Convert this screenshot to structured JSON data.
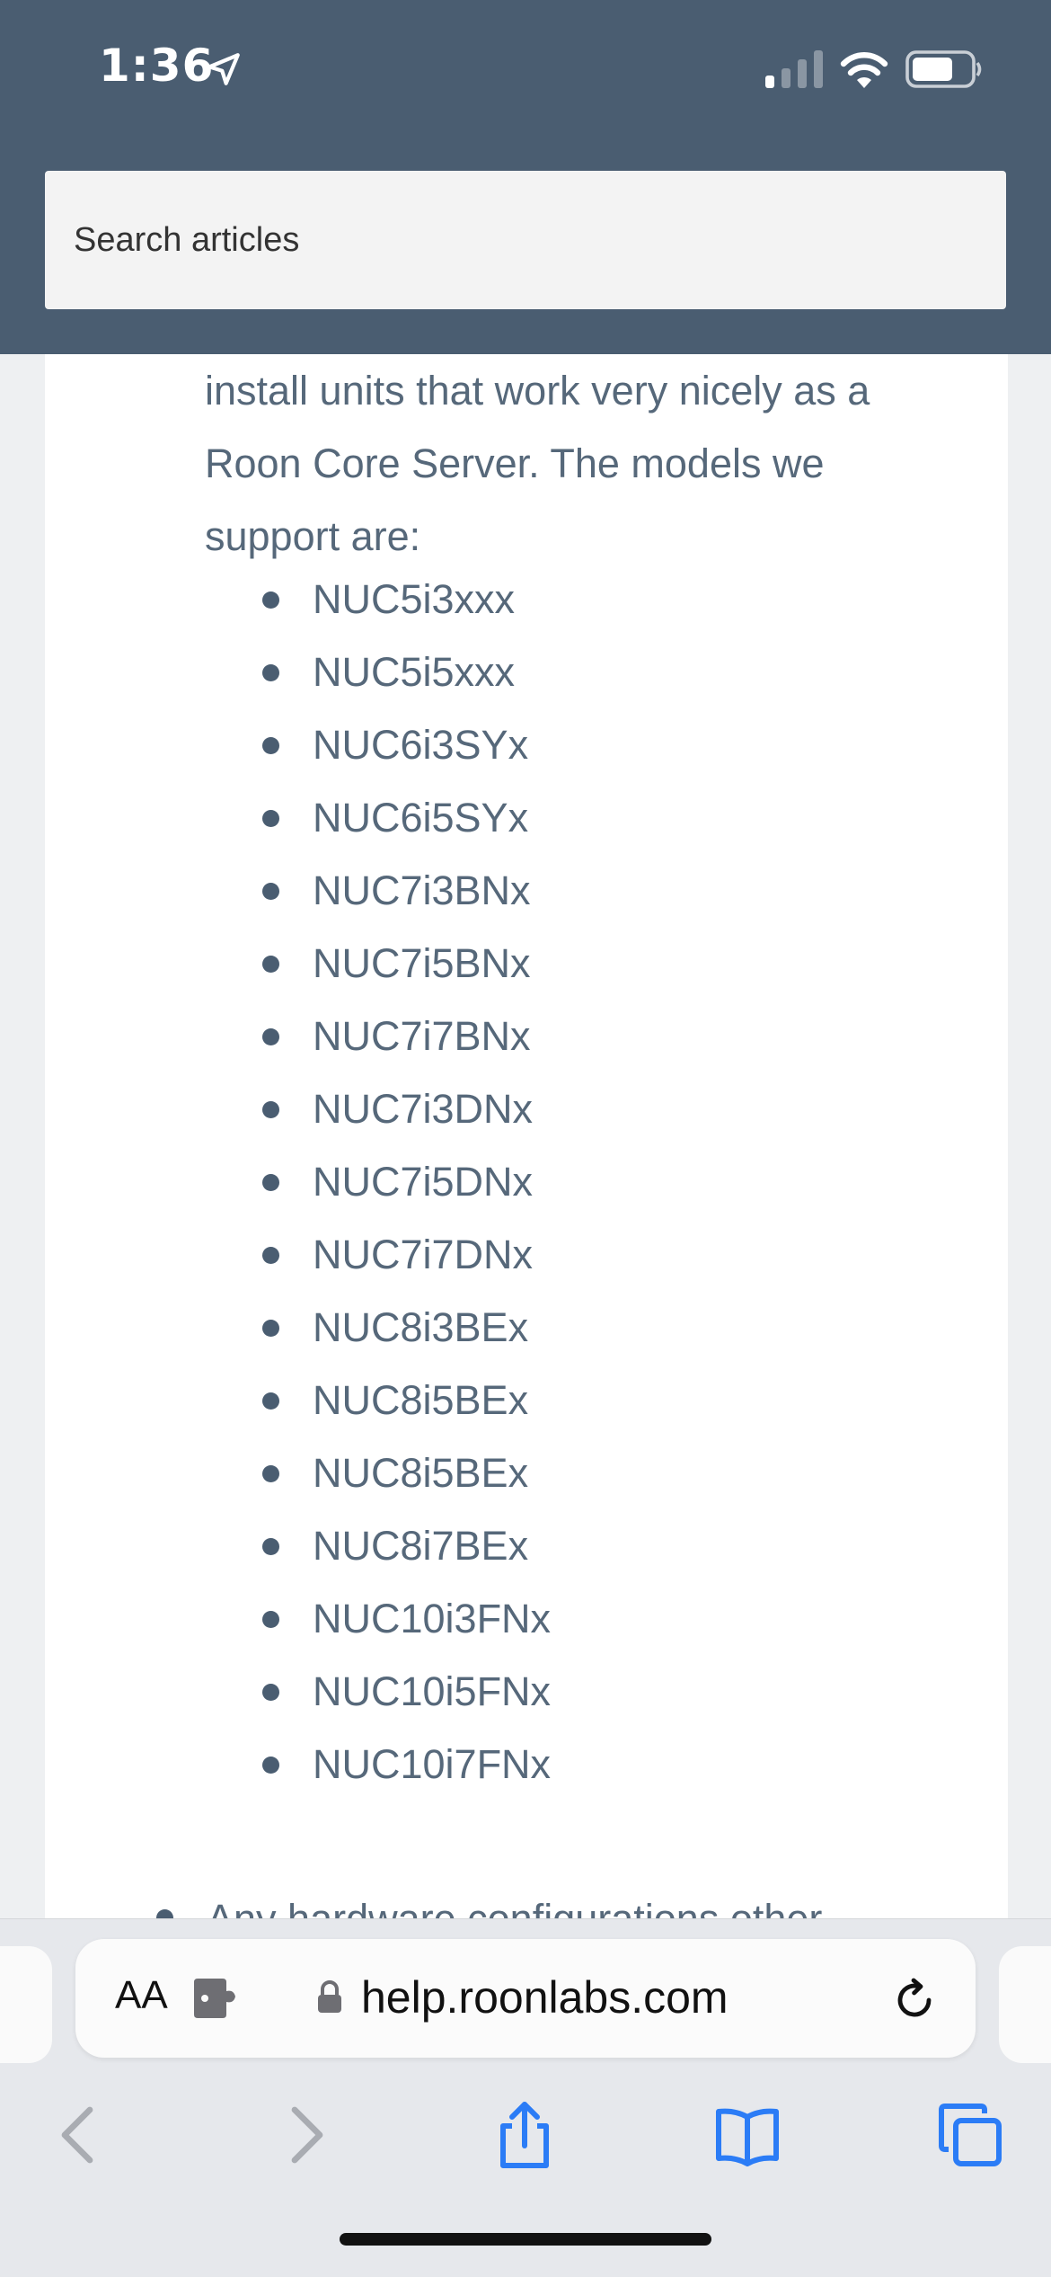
{
  "status_bar": {
    "time": "1:36"
  },
  "search": {
    "placeholder": "Search articles"
  },
  "article": {
    "intro_lines": [
      "install units that work very nicely as a",
      "Roon Core Server. The models we",
      "support are:"
    ],
    "models": [
      "NUC5i3xxx",
      "NUC5i5xxx",
      "NUC6i3SYx",
      "NUC6i5SYx",
      "NUC7i3BNx",
      "NUC7i5BNx",
      "NUC7i7BNx",
      "NUC7i3DNx",
      "NUC7i5DNx",
      "NUC7i7DNx",
      "NUC8i3BEx",
      "NUC8i5BEx",
      "NUC8i5BEx",
      "NUC8i7BEx",
      "NUC10i3FNx",
      "NUC10i5FNx",
      "NUC10i7FNx"
    ],
    "next_item": "Any hardware configurations other"
  },
  "browser": {
    "text_size_label": "AA",
    "url": "help.roonlabs.com"
  },
  "icons": {
    "location": "location-arrow-icon",
    "signal": "cellular-signal-icon",
    "wifi": "wifi-icon",
    "battery": "battery-icon",
    "puzzle": "extension-puzzle-icon",
    "lock": "lock-icon",
    "reload": "reload-icon",
    "back": "chevron-left-icon",
    "forward": "chevron-right-icon",
    "share": "share-icon",
    "bookmarks": "book-icon",
    "tabs": "tabs-icon"
  },
  "colors": {
    "header": "#4a5d71",
    "text": "#56687a",
    "accent": "#2b7cf6"
  }
}
